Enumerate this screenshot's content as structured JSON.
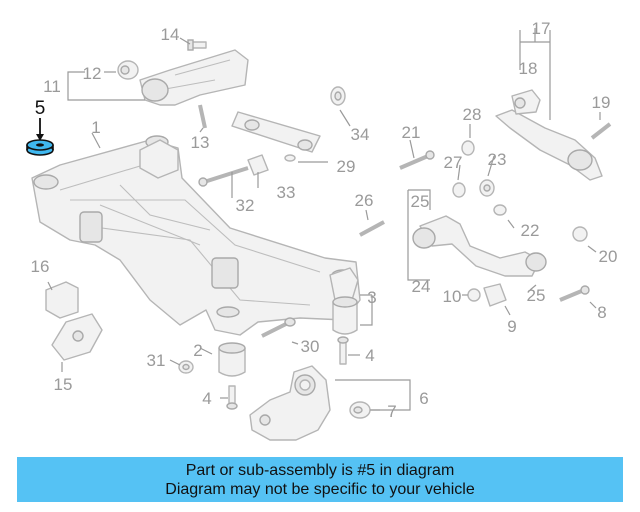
{
  "highlight": {
    "label": "5",
    "color": "#3fb8f0"
  },
  "callouts": {
    "c1": "1",
    "c2": "2",
    "c3": "3",
    "c4a": "4",
    "c4b": "4",
    "c6": "6",
    "c7": "7",
    "c8": "8",
    "c9": "9",
    "c10": "10",
    "c11": "11",
    "c12": "12",
    "c13": "13",
    "c14": "14",
    "c15": "15",
    "c16": "16",
    "c17": "17",
    "c18": "18",
    "c19": "19",
    "c20": "20",
    "c21": "21",
    "c22": "22",
    "c23": "23",
    "c24": "24",
    "c25a": "25",
    "c25b": "25",
    "c26": "26",
    "c27": "27",
    "c28": "28",
    "c29": "29",
    "c30": "30",
    "c31": "31",
    "c32": "32",
    "c33": "33",
    "c34": "34"
  },
  "banner": {
    "line1": "Part or sub-assembly is #5 in diagram",
    "line2": "Diagram may not be specific to your vehicle",
    "color": "#55c2f4"
  }
}
